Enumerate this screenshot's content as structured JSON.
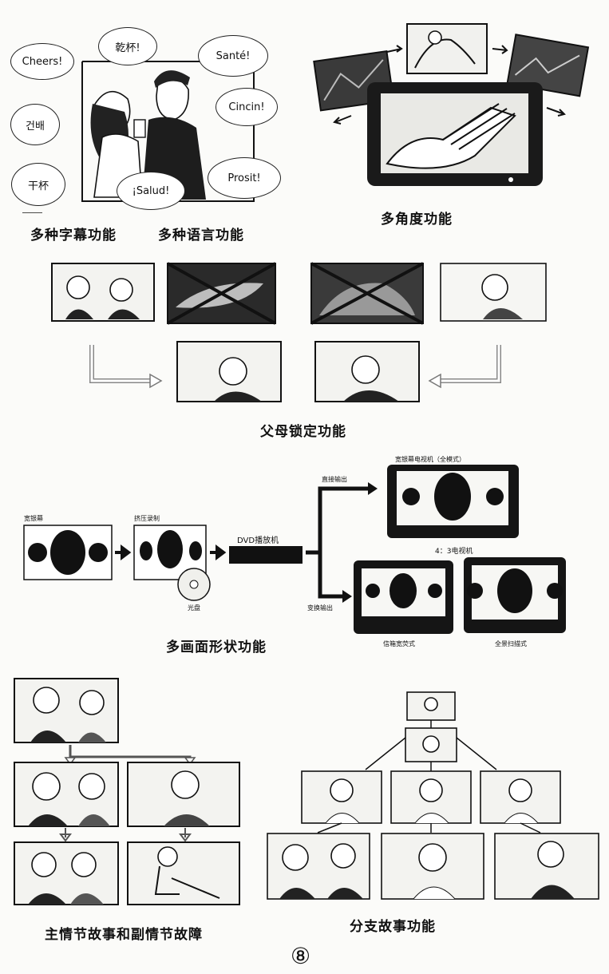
{
  "subtitle_section": {
    "bubbles": [
      "Cheers!",
      "乾杯!",
      "Santé!",
      "Cincin!",
      "건배",
      "干杯",
      "¡Salud!",
      "Prosit!"
    ],
    "caption_left": "多种字幕功能",
    "caption_right": "多种语言功能"
  },
  "multi_angle": {
    "caption": "多角度功能"
  },
  "parental_lock": {
    "caption": "父母锁定功能"
  },
  "aspect_ratio": {
    "caption": "多画面形状功能",
    "source_label": "宽银幕",
    "compressed_label": "挤压录制",
    "disc_label": "光盘",
    "player_label": "DVD播放机",
    "direct_output_label": "直接输出",
    "widescreen_tv_label": "宽银幕电视机（全模式）",
    "converted_output_label": "变换输出",
    "tv43_label": "4：3电视机",
    "letterbox_label": "信箱宽荧式",
    "panscan_label": "全景扫描式"
  },
  "story": {
    "caption": "主情节故事和副情节故障",
    "branch_caption": "分支故事功能"
  },
  "page_number": "⑧"
}
